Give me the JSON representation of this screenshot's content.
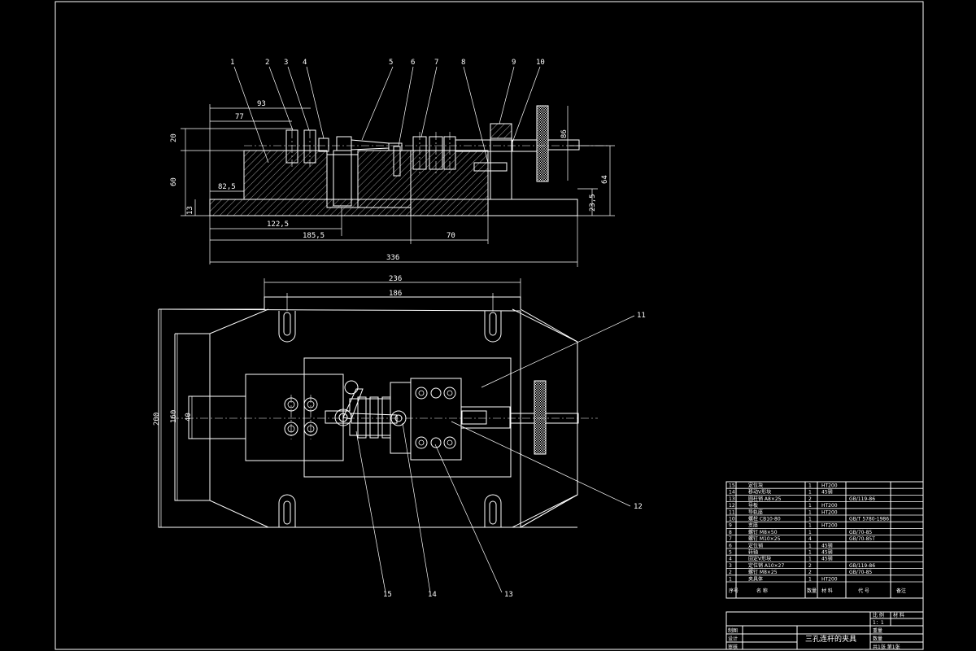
{
  "balloons_top": [
    "1",
    "2",
    "3",
    "4",
    "5",
    "6",
    "7",
    "8",
    "9",
    "10"
  ],
  "balloons_plan": [
    "11",
    "12",
    "13",
    "14",
    "15"
  ],
  "dims": {
    "d93": "93",
    "d77": "77",
    "d20": "20",
    "d60": "60",
    "d82_5": "82,5",
    "d13": "13",
    "d122_5": "122,5",
    "d185_5": "185,5",
    "d70": "70",
    "d336": "336",
    "d86": "86",
    "d64": "64",
    "d23_5": "23,5",
    "d236": "236",
    "d186": "186",
    "d200": "200",
    "d160": "160",
    "d40": "40"
  },
  "bom": {
    "rows": [
      {
        "no": "15",
        "name": "定位块",
        "qty": "1",
        "mat": "HT200",
        "code": "",
        "note": ""
      },
      {
        "no": "14",
        "name": "移动V形块",
        "qty": "1",
        "mat": "45钢",
        "code": "",
        "note": ""
      },
      {
        "no": "13",
        "name": "圆柱销 A8×25",
        "qty": "2",
        "mat": "",
        "code": "GB/119-86",
        "note": ""
      },
      {
        "no": "12",
        "name": "导板",
        "qty": "1",
        "mat": "HT200",
        "code": "",
        "note": ""
      },
      {
        "no": "11",
        "name": "导轨座",
        "qty": "1",
        "mat": "HT200",
        "code": "",
        "note": ""
      },
      {
        "no": "10",
        "name": "螺栓 CB10-80",
        "qty": "1",
        "mat": "",
        "code": "GB/T 5780-1986",
        "note": ""
      },
      {
        "no": "9",
        "name": "支座",
        "qty": "1",
        "mat": "HT200",
        "code": "",
        "note": ""
      },
      {
        "no": "8",
        "name": "螺钉 M8×50",
        "qty": "1",
        "mat": "",
        "code": "GB/70-85",
        "note": ""
      },
      {
        "no": "7",
        "name": "螺钉 M10×25",
        "qty": "4",
        "mat": "",
        "code": "GB/70-85T",
        "note": ""
      },
      {
        "no": "6",
        "name": "定位销",
        "qty": "1",
        "mat": "45钢",
        "code": "",
        "note": ""
      },
      {
        "no": "5",
        "name": "转轴",
        "qty": "1",
        "mat": "45钢",
        "code": "",
        "note": ""
      },
      {
        "no": "4",
        "name": "固定V形块",
        "qty": "1",
        "mat": "45钢",
        "code": "",
        "note": ""
      },
      {
        "no": "3",
        "name": "定位销 A10×27",
        "qty": "2",
        "mat": "",
        "code": "GB/119-86",
        "note": ""
      },
      {
        "no": "2",
        "name": "螺钉 M8×25",
        "qty": "2",
        "mat": "",
        "code": "GB/70-85",
        "note": ""
      },
      {
        "no": "1",
        "name": "夹具体",
        "qty": "1",
        "mat": "HT200",
        "code": "",
        "note": ""
      }
    ],
    "header": {
      "no": "序号",
      "name": "名 称",
      "qty": "数量",
      "mat": "材 料",
      "code": "代 号",
      "note": "备注"
    }
  },
  "title_block": {
    "scale_label": "比 例",
    "scale_value": "1：1",
    "material_label": "材 料",
    "drawing_title": "三孔连杆的夹具",
    "draw": "制图",
    "design": "设计",
    "review": "审核",
    "weight": "重量",
    "quantity": "数量",
    "sheets": "共1张 第1张"
  }
}
